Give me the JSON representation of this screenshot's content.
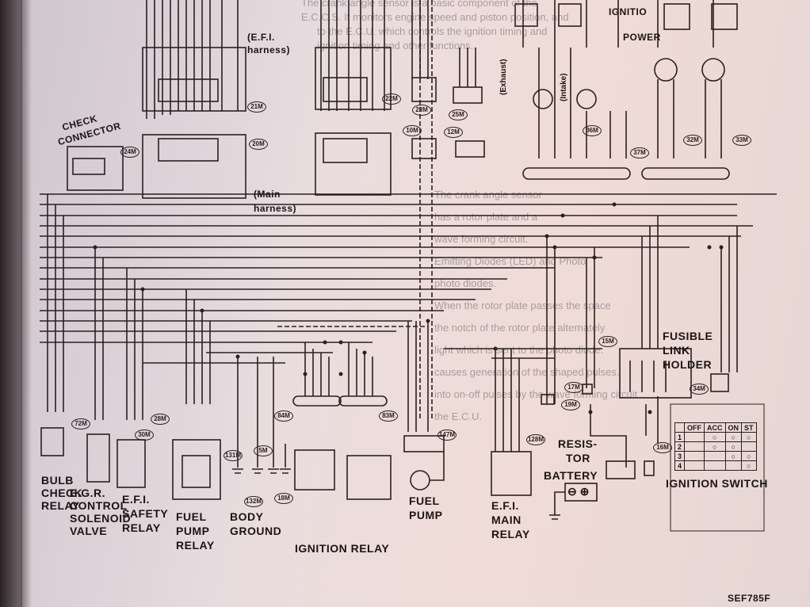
{
  "page_title_text": "EFI wiring diagram",
  "top_labels": {
    "efi_harness": "(E.F.I.",
    "efi_harness_2": "harness)",
    "main_harness": "(Main",
    "main_harness_2": "harness)",
    "check_connector": "CHECK",
    "check_connector_2": "CONNECTOR",
    "exhaust": "(Exhaust)",
    "intake": "(Intake)",
    "ignition_power": "IGNITIO",
    "ignition_power_2": "POWER"
  },
  "components": {
    "bulb_check_relay": [
      "BULB",
      "CHECK",
      "RELAY"
    ],
    "egr_valve": [
      "E.G.R.",
      "CONTROL",
      "SOLENOID",
      "VALVE"
    ],
    "efi_safety_relay": [
      "E.F.I.",
      "SAFETY",
      "RELAY"
    ],
    "fuel_pump_relay": [
      "FUEL",
      "PUMP",
      "RELAY"
    ],
    "body_ground": [
      "BODY",
      "GROUND"
    ],
    "ignition_relay": "IGNITION RELAY",
    "fuel_pump": [
      "FUEL",
      "PUMP"
    ],
    "efi_main_relay": [
      "E.F.I.",
      "MAIN",
      "RELAY"
    ],
    "resistor": [
      "RESIS-",
      "TOR"
    ],
    "battery": "BATTERY",
    "fusible_link_holder": [
      "FUSIBLE",
      "LINK",
      "HOLDER"
    ],
    "ignition_switch": "IGNITION SWITCH"
  },
  "connector_codes": [
    "21M",
    "22M",
    "23M",
    "24M",
    "25M",
    "20M",
    "10M",
    "12M",
    "28M",
    "30M",
    "36M",
    "37M",
    "32M",
    "33M",
    "15M",
    "17M",
    "19M",
    "34M",
    "84M",
    "83M",
    "147M",
    "131M",
    "5M",
    "132M",
    "18M",
    "16M",
    "128M",
    "72M"
  ],
  "ignition_switch_table": {
    "headers": [
      "",
      "OFF",
      "ACC",
      "ON",
      "ST"
    ],
    "rows": [
      "1",
      "2",
      "3",
      "4"
    ]
  },
  "ghost_text": [
    "The crank angle sensor is a basic component of the",
    "E.C.C.S. It monitors engine speed and piston position, and",
    "to the E.C.U. which controls the ignition timing and",
    "ignition timing and other functions.",
    "The crank angle sensor",
    "has a rotor plate and a",
    "wave forming circuit.",
    "Emitting Diodes (LED) and Photo",
    "photo diodes.",
    "When the rotor plate passes the space",
    "the notch of the rotor plate alternately",
    "light which is sent to the photo diode.",
    "causes generation of the shaped pulses.",
    "into on-off pulses by the wave forming circuit",
    "the E.C.U."
  ],
  "figure_code": "SEF785F"
}
